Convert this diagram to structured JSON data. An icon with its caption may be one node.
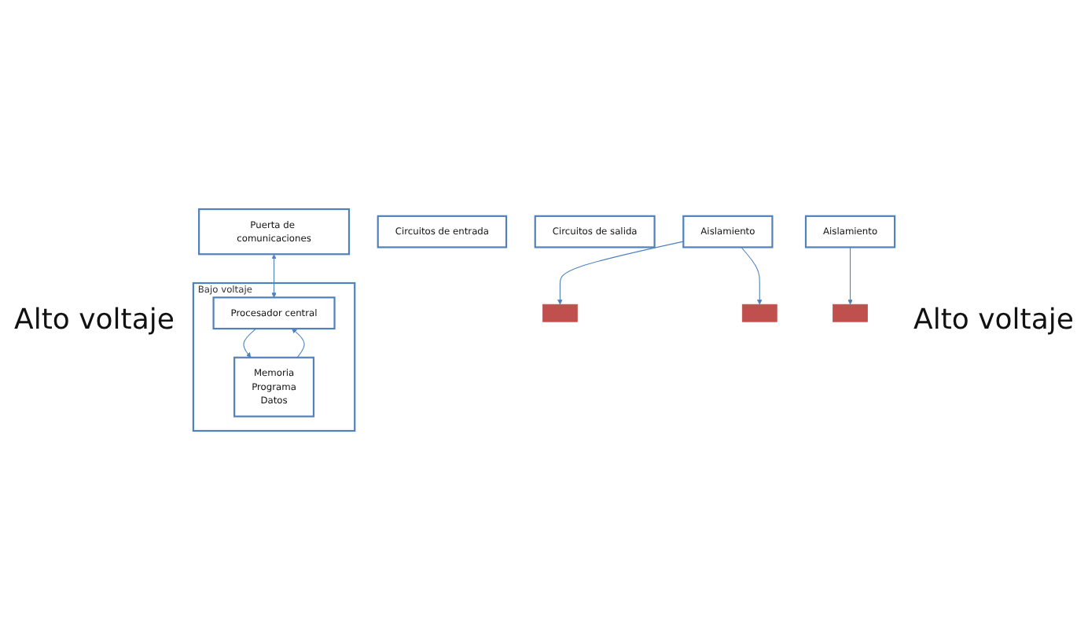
{
  "diagram": {
    "nodes": [
      {
        "text": [
          "Puerta de comunicaciones"
        ]
      },
      {
        "text": [
          "Bajo voltaje"
        ]
      },
      {
        "text": [
          "Circuitos de entrada"
        ]
      },
      {
        "text": [
          "Procesador central"
        ],
        "in": 1
      },
      {
        "text": [
          "Memoria",
          "Programa",
          "Datos"
        ],
        "in": 1
      },
      {
        "text": [
          "Circuitos de salida"
        ]
      },
      {
        "text": [],
        "shape": "bar"
      },
      {
        "text": [],
        "shape": "bar"
      },
      {
        "text": [],
        "shape": "bar"
      },
      {
        "text": [
          "Aislamiento"
        ]
      },
      {
        "text": [
          "Aislamiento"
        ]
      }
    ],
    "edges": [
      {
        "from": 0,
        "to": 3,
        "arrow": "both"
      },
      {
        "from": 3,
        "to": 4,
        "arrow": "to"
      },
      {
        "from": 4,
        "to": 3,
        "arrow": "to"
      },
      {
        "from": 9,
        "to": 6,
        "arrow": "to"
      },
      {
        "from": 9,
        "to": 7,
        "arrow": "to"
      },
      {
        "from": 10,
        "to": 8,
        "arrow": "to"
      }
    ],
    "labels": [
      "Alto voltaje",
      "Alto voltaje"
    ]
  }
}
